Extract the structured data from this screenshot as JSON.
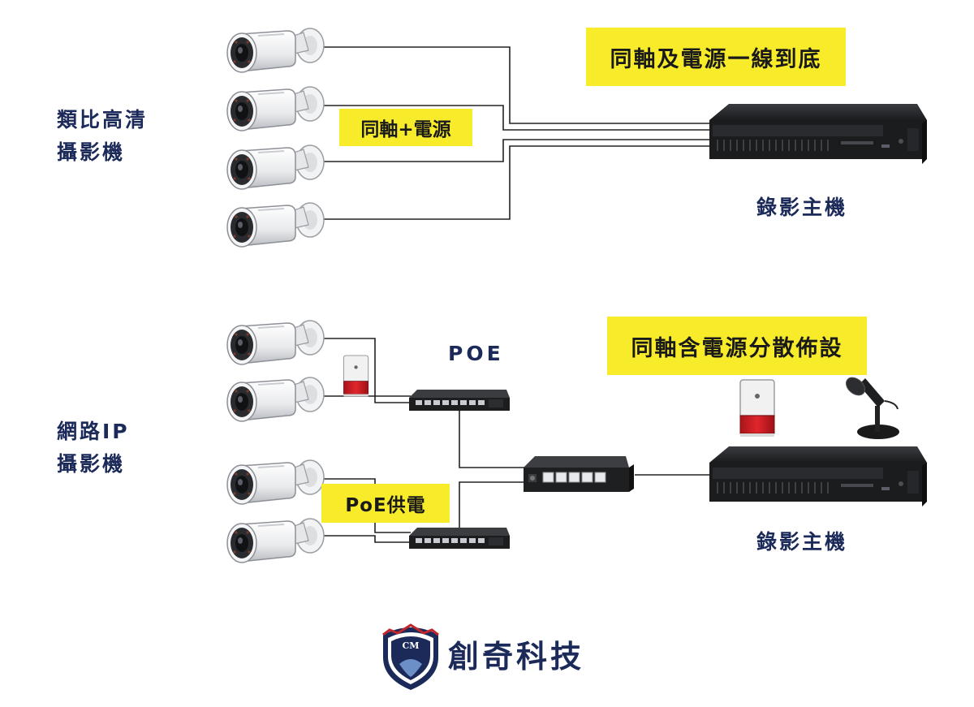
{
  "top": {
    "camera_label_line1": "類比高清",
    "camera_label_line2": "攝影機",
    "banner": "同軸及電源一線到底",
    "cable_tag": "同軸+電源",
    "recorder_label": "錄影主機"
  },
  "bottom": {
    "camera_label_line1": "網路IP",
    "camera_label_line2": "攝影機",
    "banner": "同軸含電源分散佈設",
    "poe_label": "POE",
    "poe_tag": "PoE供電",
    "recorder_label": "錄影主機"
  },
  "logo": {
    "emblem_text": "CM",
    "company_name": "創奇科技"
  },
  "colors": {
    "label_navy": "#1c2a5a",
    "banner_yellow": "#f8ec2a"
  }
}
